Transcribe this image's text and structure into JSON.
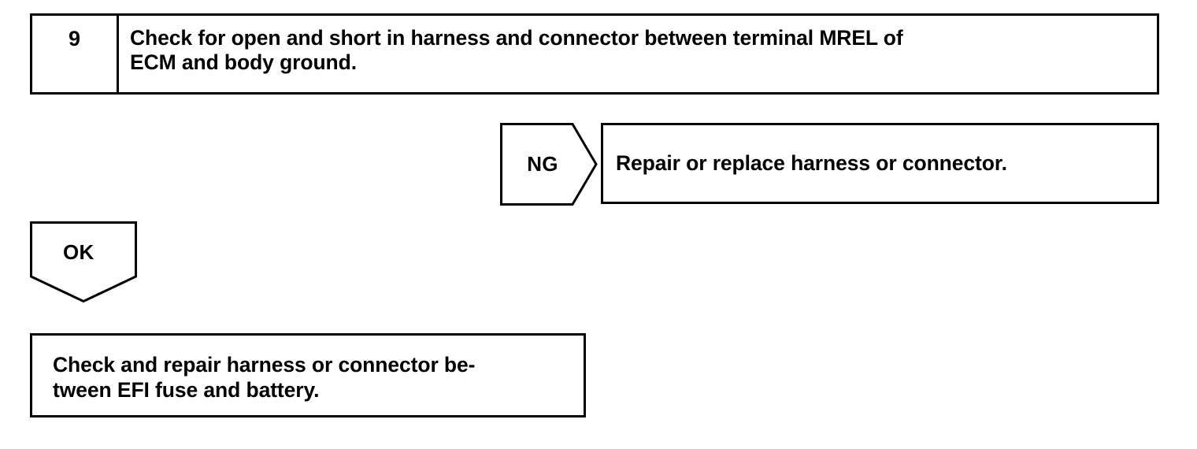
{
  "diagram": {
    "type": "troubleshooting-flowchart",
    "line_color": "#000000",
    "background_color": "#ffffff"
  },
  "step": {
    "number": "9",
    "instruction": "Check for open and short in harness and connector between terminal MREL of\nECM and body ground."
  },
  "branches": {
    "ng": {
      "label": "NG",
      "shape": "right-pointing-pentagon",
      "result": "Repair or replace harness or connector."
    },
    "ok": {
      "label": "OK",
      "shape": "down-pointing-pentagon",
      "result": "Check and repair harness or connector be-\ntween EFI fuse and battery."
    }
  }
}
